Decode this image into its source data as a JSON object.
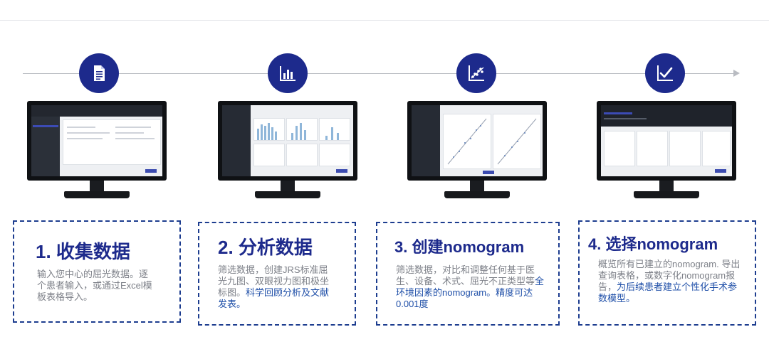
{
  "colors": {
    "primary": "#1d2a8c",
    "border": "#1d3d8f",
    "text": "#7d8088",
    "highlight": "#1f4fa8"
  },
  "steps": [
    {
      "icon": "document-icon",
      "title": "1. 收集数据",
      "text": "输入您中心的屈光数据。逐个患者输入，或通过Excel模板表格导入。",
      "highlight": ""
    },
    {
      "icon": "bar-chart-icon",
      "title": "2. 分析数据",
      "text": "筛选数据，创建JRS标准屈光九图、双眼视力图和极坐标图。",
      "highlight": "科学回顾分析及文献发表。"
    },
    {
      "icon": "scatter-plot-icon",
      "title": "3. 创建nomogram",
      "text": "筛选数据，对比和调整任何基于医生、设备、术式、屈光不正类型等",
      "highlight": "全环境因素的nomogram。精度可达0.001度"
    },
    {
      "icon": "checkmark-chart-icon",
      "title": "4. 选择nomogram",
      "text": "概览所有已建立的nomogram. 导出查询表格，或数字化nomogram报告，",
      "highlight": "为后续患者建立个性化手术参数模型。"
    }
  ]
}
